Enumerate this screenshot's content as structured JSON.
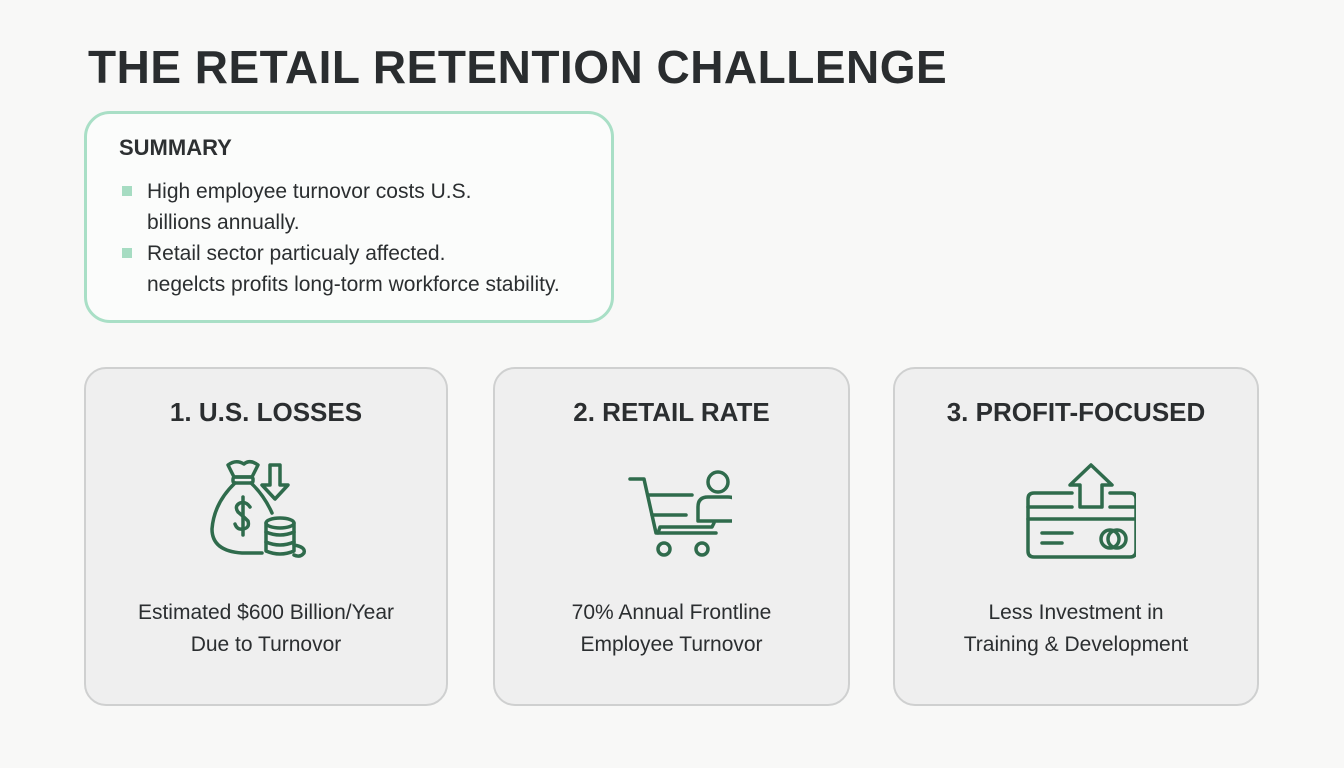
{
  "title": "THE RETAIL RETENTION CHALLENGE",
  "summary": {
    "heading": "SUMMARY",
    "bullets": [
      {
        "lines": [
          "High employee turnovor costs U.S.",
          "billions annually."
        ]
      },
      {
        "lines": [
          "Retail sector particualy affected.",
          "negelcts profits long-torm workforce stability."
        ]
      }
    ],
    "border_color": "#a9dfc6",
    "bullet_color": "#a6dcc2"
  },
  "cards": [
    {
      "title": "1. U.S. LOSSES",
      "icon": "money-bag-down-arrow-coins-icon",
      "lines": [
        "Estimated $600 Billion/Year",
        "Due to Turnovor"
      ]
    },
    {
      "title": "2. RETAIL RATE",
      "icon": "shopping-cart-person-icon",
      "lines": [
        "70% Annual Frontline",
        "Employee Turnovor"
      ]
    },
    {
      "title": "3. PROFIT-FOCUSED",
      "icon": "credit-card-up-arrow-icon",
      "lines": [
        "Less Investment in",
        "Training & Development"
      ]
    }
  ],
  "colors": {
    "icon_stroke": "#2f6b4c",
    "card_bg": "#efefef",
    "card_border": "#cfd0d0"
  }
}
